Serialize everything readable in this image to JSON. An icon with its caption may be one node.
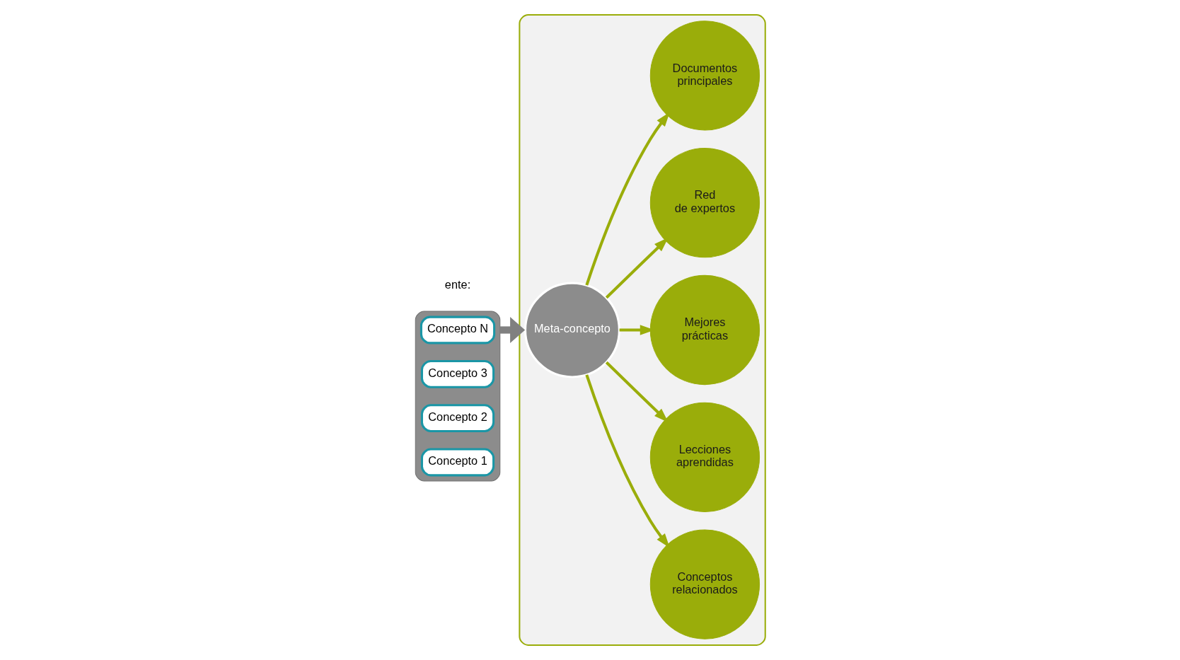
{
  "diagram": {
    "nodes": [
      {
        "text": [],
        "shape": "arrow"
      },
      {
        "text": [
          "Concepto N"
        ],
        "in": 0
      },
      {
        "text": [
          "Concepto 3"
        ],
        "in": 0
      },
      {
        "text": [
          "Concepto 2"
        ],
        "in": 0
      },
      {
        "text": [
          "Concepto 1"
        ],
        "in": 0
      },
      {
        "text": [],
        "shape": "box"
      },
      {
        "text": [
          "Meta-concepto"
        ],
        "in": 5
      },
      {
        "text": [
          "Conceptos relacionados"
        ],
        "in": 5
      },
      {
        "text": [
          "Lecciones aprendidas"
        ],
        "in": 5
      },
      {
        "text": [
          "Mejores prácticas"
        ],
        "in": 5
      },
      {
        "text": [
          "Red de expertos"
        ],
        "in": 5
      },
      {
        "text": [
          "Documentos principales"
        ],
        "in": 5
      }
    ],
    "edges": [
      {
        "from": 0,
        "to": 5,
        "arrow": "to",
        "style": "thick",
        "color": "#808080"
      },
      {
        "from": 6,
        "to": 7,
        "arrow": "to"
      },
      {
        "from": 6,
        "to": 8,
        "arrow": "to"
      },
      {
        "from": 6,
        "to": 9,
        "arrow": "to"
      },
      {
        "from": 6,
        "to": 10,
        "arrow": "to"
      },
      {
        "from": 6,
        "to": 11,
        "arrow": "to"
      }
    ],
    "labels": [
      "ente:"
    ]
  }
}
